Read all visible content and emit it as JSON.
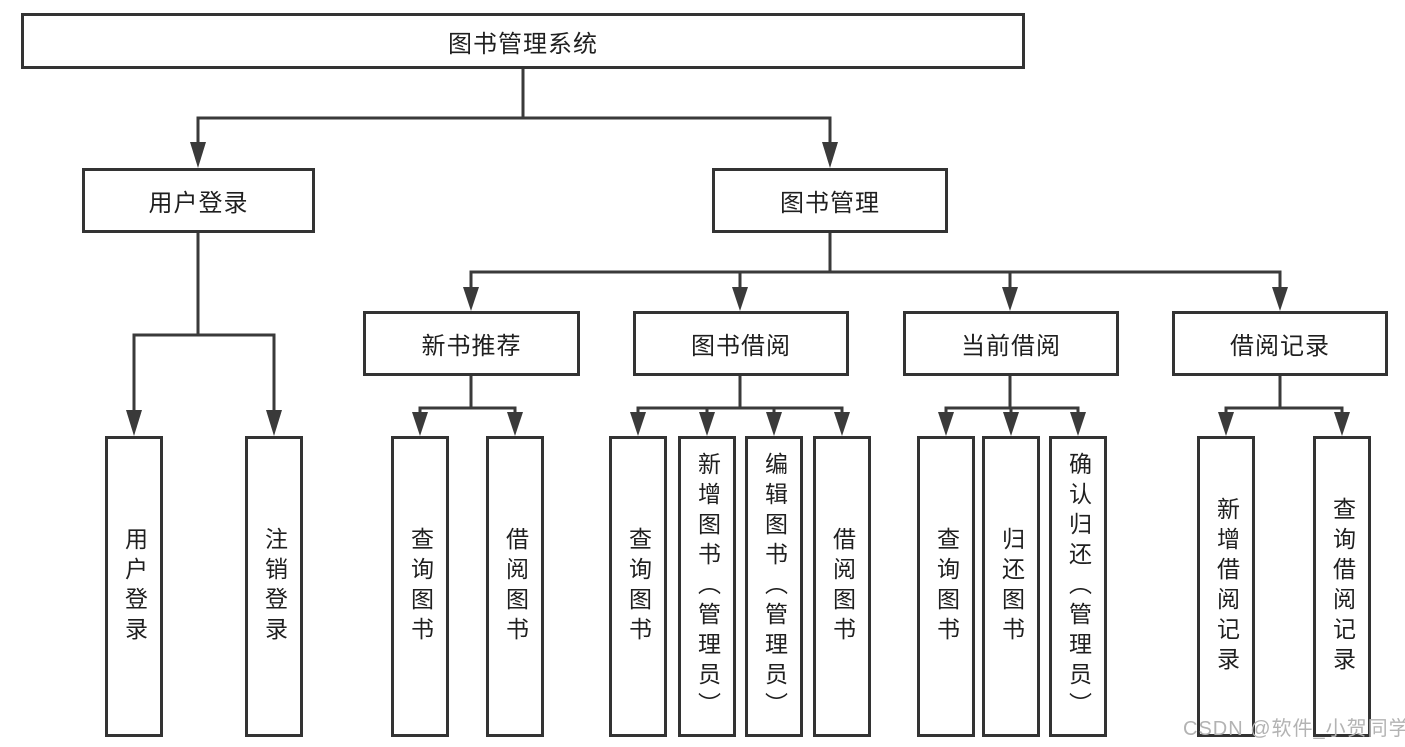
{
  "colors": {
    "line": "#3a3a3a",
    "box_border": "#333333",
    "text": "#1f1f1f",
    "watermark": "#b3b3b3",
    "background": "#ffffff"
  },
  "watermark": "CSDN @软件_小贺同学",
  "tree": {
    "root": "图书管理系统",
    "branches": [
      {
        "label": "用户登录",
        "children": [
          "用户登录",
          "注销登录"
        ]
      },
      {
        "label": "图书管理",
        "groups": [
          {
            "label": "新书推荐",
            "children": [
              "查询图书",
              "借阅图书"
            ]
          },
          {
            "label": "图书借阅",
            "children": [
              "查询图书",
              "新增图书（管理员）",
              "编辑图书（管理员）",
              "借阅图书"
            ]
          },
          {
            "label": "当前借阅",
            "children": [
              "查询图书",
              "归还图书",
              "确认归还（管理员）"
            ]
          },
          {
            "label": "借阅记录",
            "children": [
              "新增借阅记录",
              "查询借阅记录"
            ]
          }
        ]
      }
    ]
  }
}
